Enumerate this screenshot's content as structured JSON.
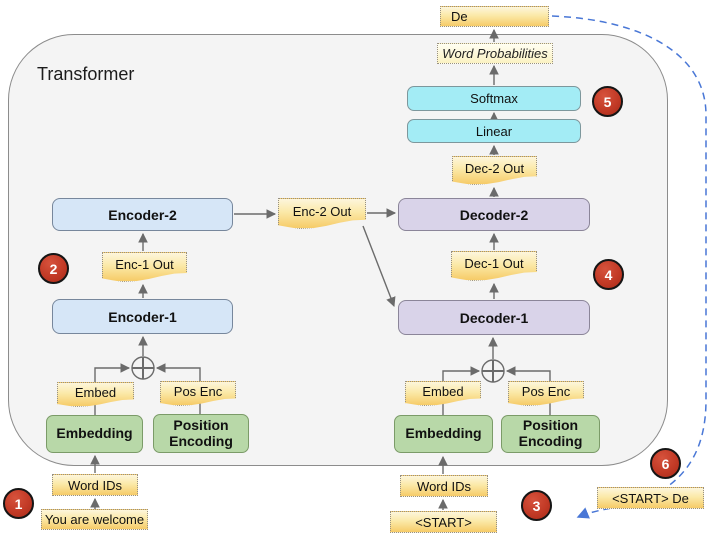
{
  "diagram": {
    "title": "Transformer",
    "encoder_stack": {
      "encoder1": "Encoder-1",
      "encoder2": "Encoder-2",
      "enc1_out": "Enc-1 Out",
      "enc2_out": "Enc-2 Out",
      "embed": "Embed",
      "pos_enc": "Pos Enc",
      "embedding": "Embedding",
      "position_encoding": "Position Encoding",
      "word_ids": "Word IDs",
      "input_sentence": "You are welcome"
    },
    "decoder_stack": {
      "decoder1": "Decoder-1",
      "decoder2": "Decoder-2",
      "dec1_out": "Dec-1 Out",
      "dec2_out": "Dec-2 Out",
      "linear": "Linear",
      "softmax": "Softmax",
      "word_probabilities": "Word Probabilities",
      "output_token": "De",
      "embed": "Embed",
      "pos_enc": "Pos Enc",
      "embedding": "Embedding",
      "position_encoding": "Position Encoding",
      "word_ids": "Word IDs",
      "start_token": "<START>",
      "feedback_input": "<START> De"
    },
    "steps": [
      "1",
      "2",
      "3",
      "4",
      "5",
      "6"
    ],
    "colors": {
      "container_fill": "#f4f4f4",
      "encoder_fill": "#d6e6f7",
      "decoder_fill": "#d9d3e9",
      "softmax_linear_fill": "#a3ecf5",
      "embedding_fill": "#b8d8a8",
      "label_fill_top": "#fdf6dc",
      "label_fill_bottom": "#f6cb68",
      "step_circle_fill": "#c23a26",
      "arrow_gray": "#6b6b6b",
      "feedback_arrow_blue": "#4977d6"
    }
  }
}
